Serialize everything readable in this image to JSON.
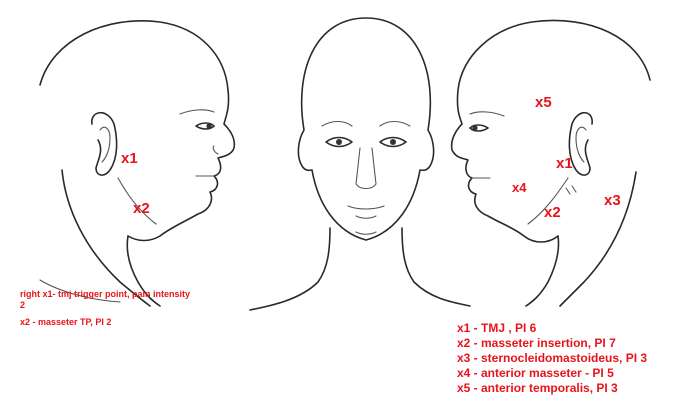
{
  "colors": {
    "annotation": "#e8141c",
    "lineart": "#2a2a2a",
    "background": "#ffffff"
  },
  "left_view": {
    "markers": [
      {
        "id": "x1",
        "label": "x1"
      },
      {
        "id": "x2",
        "label": "x2"
      }
    ],
    "legend": {
      "line1": "right x1- tmj trigger point, pain intensity 2",
      "line2": "x2 - masseter TP, PI 2"
    }
  },
  "right_view": {
    "markers": [
      {
        "id": "x5",
        "label": "x5"
      },
      {
        "id": "x1",
        "label": "x1"
      },
      {
        "id": "x4",
        "label": "x4"
      },
      {
        "id": "x2",
        "label": "x2"
      },
      {
        "id": "x3",
        "label": "x3"
      }
    ],
    "legend": [
      "x1 - TMJ , PI 6",
      "x2 - masseter insertion, PI 7",
      "x3 - sternocleidomastoideus, PI 3",
      "x4 - anterior masseter - PI 5",
      "x5 - anterior temporalis, PI 3"
    ]
  }
}
